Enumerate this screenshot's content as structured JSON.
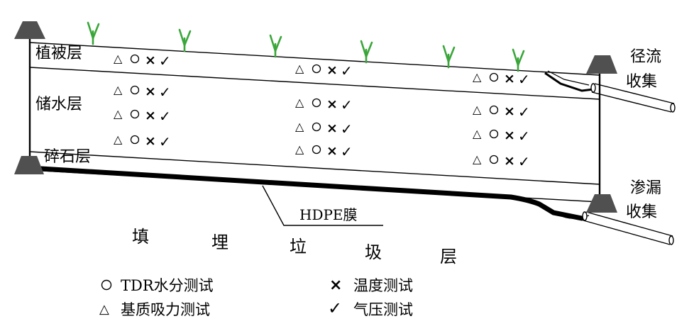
{
  "layers": {
    "vegetation": "植被层",
    "storage": "储水层",
    "gravel": "碎石层"
  },
  "collection": {
    "runoff_line1": "径流",
    "runoff_line2": "收集",
    "leakage_line1": "渗漏",
    "leakage_line2": "收集"
  },
  "membrane_label": "HDPE膜",
  "landfill_chars": [
    "填",
    "埋",
    "垃",
    "圾",
    "层"
  ],
  "legend": {
    "tdr": {
      "symbol": "○",
      "label": "TDR水分测试"
    },
    "temperature": {
      "symbol": "×",
      "label": "温度测试"
    },
    "suction": {
      "symbol": "△",
      "label": "基质吸力测试"
    },
    "pressure": {
      "symbol": "✓",
      "label": "气压测试"
    }
  },
  "sensor_symbols": {
    "suction": "△",
    "tdr": "○",
    "temperature": "×",
    "pressure": "✓"
  },
  "colors": {
    "line": "#000000",
    "grass": "#3aa63a",
    "mound": "#505050"
  },
  "icons": [
    "grass-sprout-icon",
    "survey-mound-icon",
    "pipe-icon"
  ]
}
